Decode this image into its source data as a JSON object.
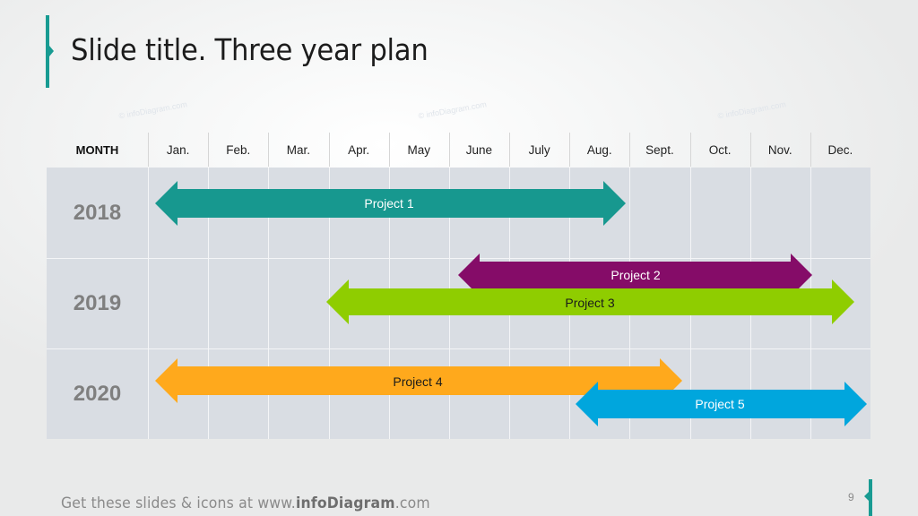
{
  "slide": {
    "title": "Slide title. Three year plan",
    "page_number": "9",
    "footer": {
      "prefix": "Get these slides & icons at www.",
      "brand": "infoDiagram",
      "suffix": ".com"
    },
    "watermark": "© infoDiagram.com",
    "accent_color": "#189b92"
  },
  "chart_data": {
    "type": "gantt",
    "title": "Slide title. Three year plan",
    "header_label": "MONTH",
    "categories": [
      "Jan.",
      "Feb.",
      "Mar.",
      "Apr.",
      "May",
      "June",
      "July",
      "Aug.",
      "Sept.",
      "Oct.",
      "Nov.",
      "Dec."
    ],
    "rows": [
      "2018",
      "2019",
      "2020"
    ],
    "series": [
      {
        "name": "Project 1",
        "year": "2018",
        "start_month": 1,
        "end_month": 8.9,
        "color": "#17988f",
        "text_color": "#ffffff"
      },
      {
        "name": "Project 2",
        "year": "2019",
        "start_month": 6.2,
        "end_month": 11.0,
        "color": "#850c68",
        "text_color": "#ffffff"
      },
      {
        "name": "Project 3",
        "year": "2019",
        "start_month": 4.0,
        "end_month": 12.7,
        "color": "#8fcd00",
        "text_color": "#1a1a1a"
      },
      {
        "name": "Project 4",
        "year": "2020",
        "start_month": 1,
        "end_month": 9.8,
        "color": "#ffa91c",
        "text_color": "#1a1a1a"
      },
      {
        "name": "Project 5",
        "year": "2020",
        "start_month": 8.1,
        "end_month": 12.9,
        "color": "#00a6dd",
        "text_color": "#ffffff"
      }
    ],
    "grid": true
  }
}
